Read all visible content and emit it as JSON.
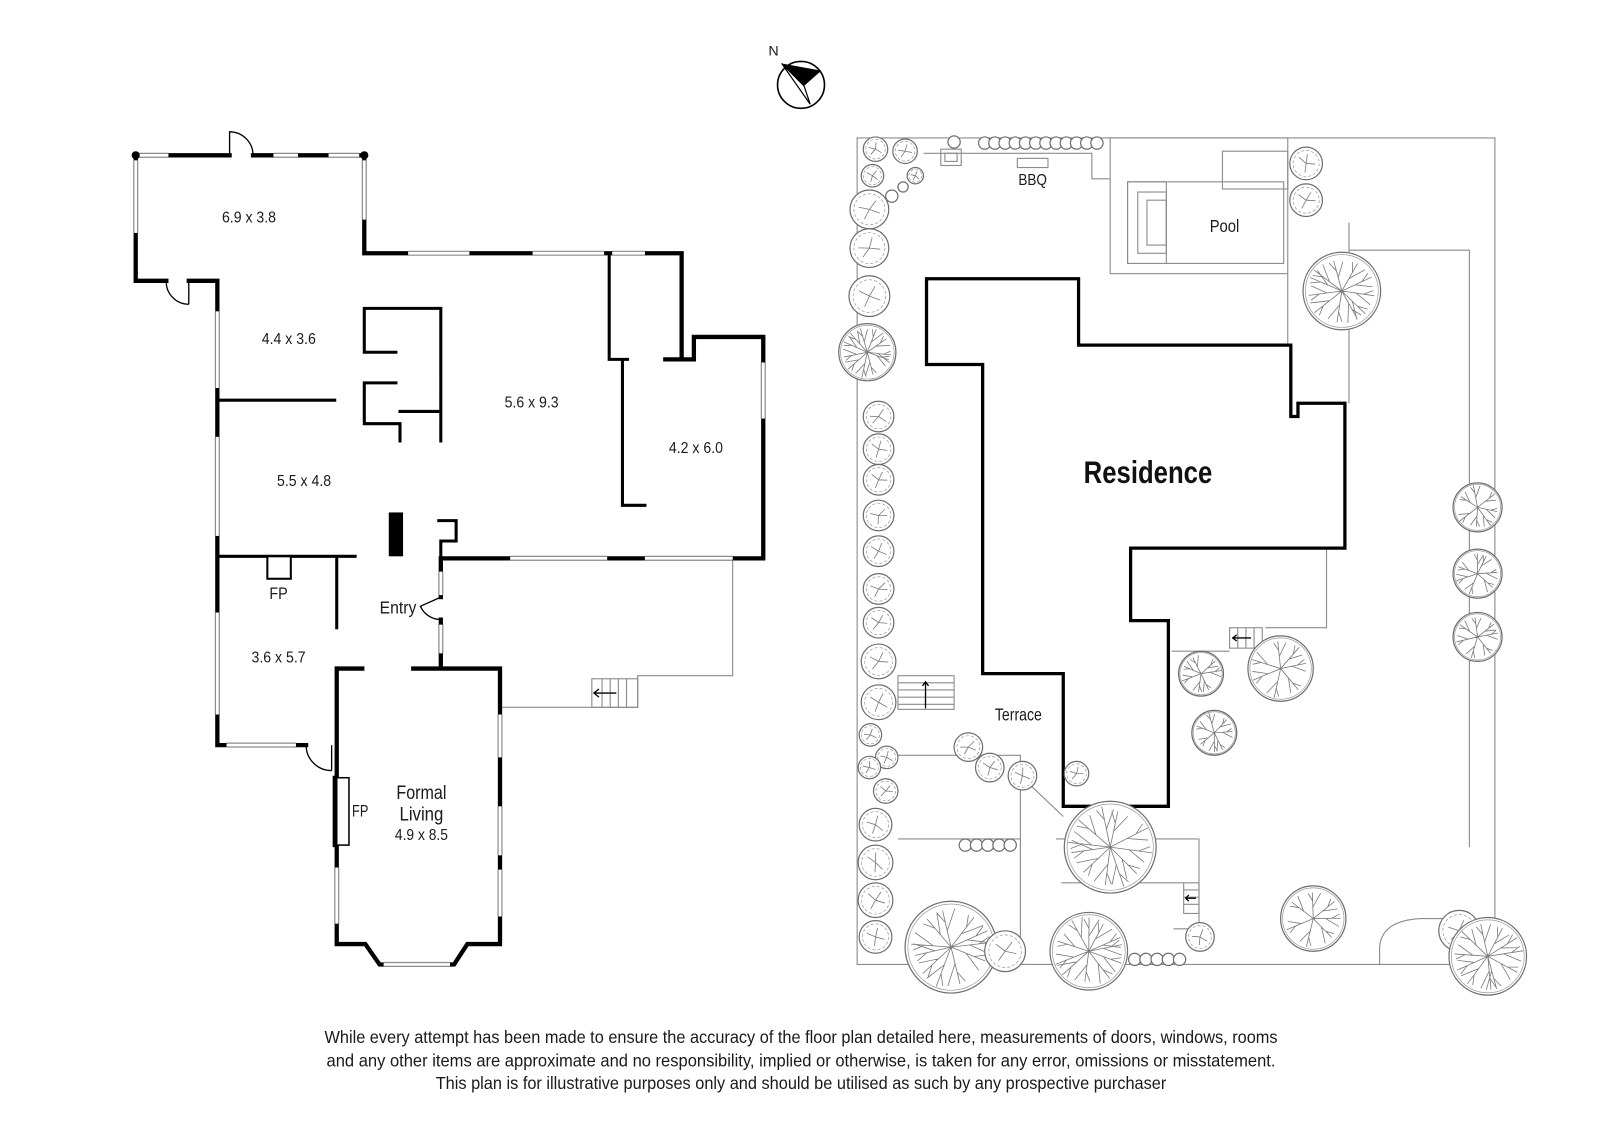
{
  "compass": {
    "north_label": "N"
  },
  "floor_plan": {
    "rooms": [
      {
        "size": "6.9 x 3.8"
      },
      {
        "size": "4.4 x 3.6"
      },
      {
        "size": "5.6 x 9.3"
      },
      {
        "size": "4.2 x 6.0"
      },
      {
        "size": "5.5 x 4.8"
      },
      {
        "size": "3.6 x 5.7"
      }
    ],
    "entry_label": "Entry",
    "fireplaces": [
      "FP",
      "FP"
    ],
    "formal_living": {
      "name_line1": "Formal",
      "name_line2": "Living",
      "size": "4.9 x 8.5"
    }
  },
  "site_plan": {
    "bbq_label": "BBQ",
    "pool_label": "Pool",
    "residence_label": "Residence",
    "terrace_label": "Terrace"
  },
  "disclaimer": {
    "lines": [
      "While every attempt has been made to ensure the accuracy of the floor plan detailed here, measurements of doors, windows, rooms",
      "and any other items are approximate and no responsibility, implied or otherwise, is taken for any error, omissions or misstatement.",
      "This plan is for illustrative purposes only and should be utilised as such by any prospective purchaser"
    ]
  },
  "colors": {
    "walls": "#000000",
    "site_lines": "#8c8c8c",
    "window": "#8c8c8c",
    "background": "#ffffff"
  }
}
